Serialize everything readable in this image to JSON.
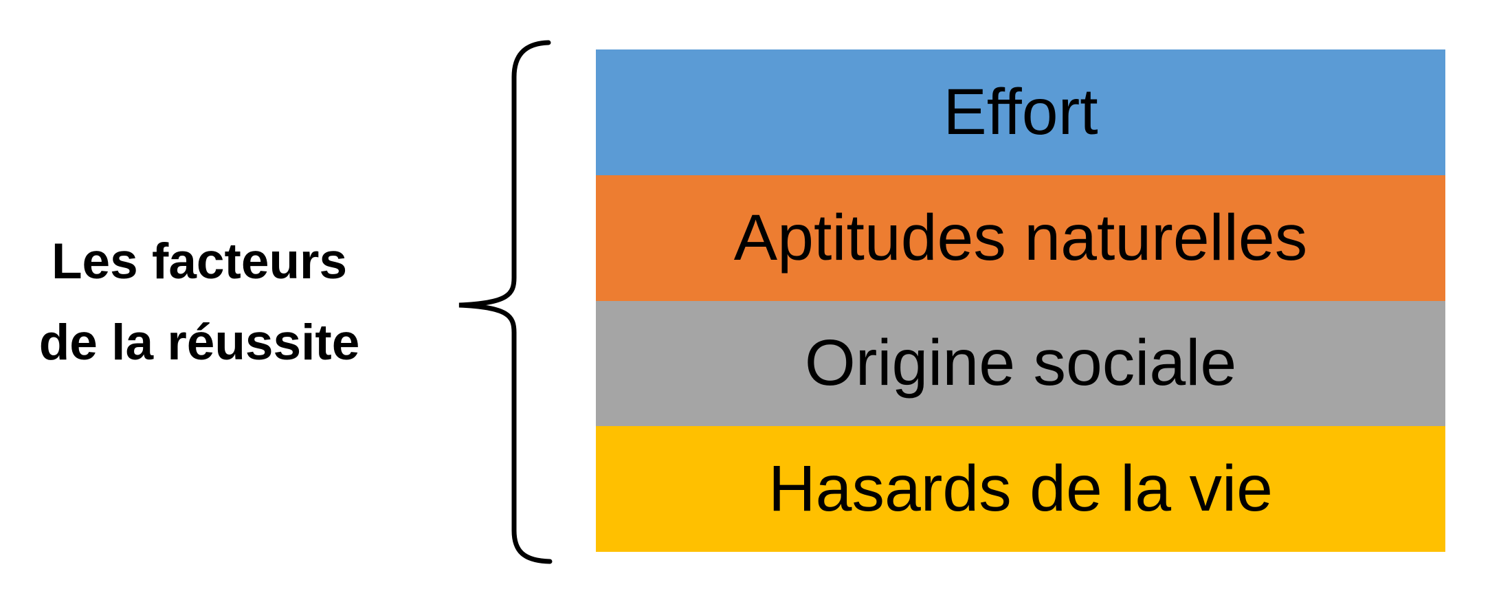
{
  "background": "#FFFFFF",
  "text_color": "#000000",
  "title": {
    "line1": "Les facteurs",
    "line2": "de la réussite"
  },
  "brace": {
    "shape": "left-curly-brace",
    "color": "#000000"
  },
  "bars": [
    {
      "label": "Effort",
      "color": "#5B9BD5"
    },
    {
      "label": "Aptitudes naturelles",
      "color": "#ED7D31"
    },
    {
      "label": "Origine sociale",
      "color": "#A5A5A5"
    },
    {
      "label": "Hasards de la vie",
      "color": "#FFC000"
    }
  ]
}
